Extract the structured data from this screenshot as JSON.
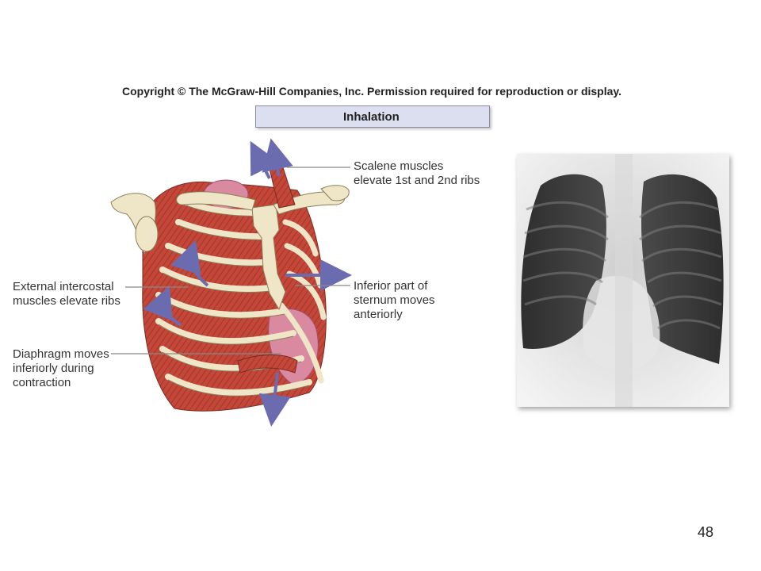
{
  "header": {
    "copyright": "Copyright © The McGraw-Hill Companies, Inc. Permission required for reproduction or display."
  },
  "title": "Inhalation",
  "labels": {
    "scalene": [
      "Scalene muscles",
      "elevate 1st and 2nd ribs"
    ],
    "intercostal": [
      "External intercostal",
      "muscles elevate ribs"
    ],
    "sternum": [
      "Inferior part of",
      "sternum moves",
      "anteriorly"
    ],
    "diaphragm": [
      "Diaphragm moves",
      "inferiorly during",
      "contraction"
    ]
  },
  "colors": {
    "arrow": "#6b6bb0",
    "muscle": "#c4483a",
    "bone": "#efe6c8",
    "leader_line": "#888888",
    "title_box": "#dcdff0"
  },
  "icons": [
    "rib-cage-illustration",
    "chest-xray-image",
    "movement-arrow-icon"
  ],
  "footer": {
    "page_number": "48"
  }
}
